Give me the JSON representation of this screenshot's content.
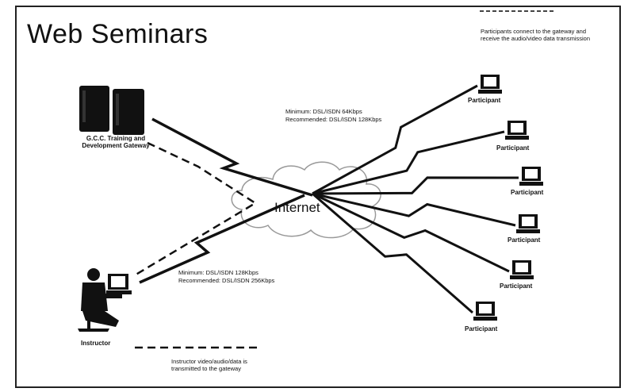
{
  "title": "Web Seminars",
  "note_top_right": "Participants connect to the gateway and receive the audio/video data transmission",
  "gateway_label": "G.C.C. Training and Development Gateway",
  "internet_label": "Internet",
  "speed_participants": {
    "line1": "Minimum: DSL/ISDN 64Kbps",
    "line2": "Recommended: DSL/ISDN 128Kbps"
  },
  "speed_instructor": {
    "line1": "Minimum: DSL/ISDN 128Kbps",
    "line2": "Recommended: DSL/ISDN 256Kbps"
  },
  "instructor_label": "Instructor",
  "legend_note": "Instructor video/audio/data is transmitted to the gateway",
  "participants": [
    {
      "label": "Participant"
    },
    {
      "label": "Participant"
    },
    {
      "label": "Participant"
    },
    {
      "label": "Participant"
    },
    {
      "label": "Participant"
    },
    {
      "label": "Participant"
    }
  ],
  "colors": {
    "ink": "#111111",
    "paper": "#ffffff",
    "frame": "#222222"
  },
  "icons": [
    "server-icon",
    "cloud-icon",
    "computer-icon",
    "instructor-figure-icon"
  ]
}
